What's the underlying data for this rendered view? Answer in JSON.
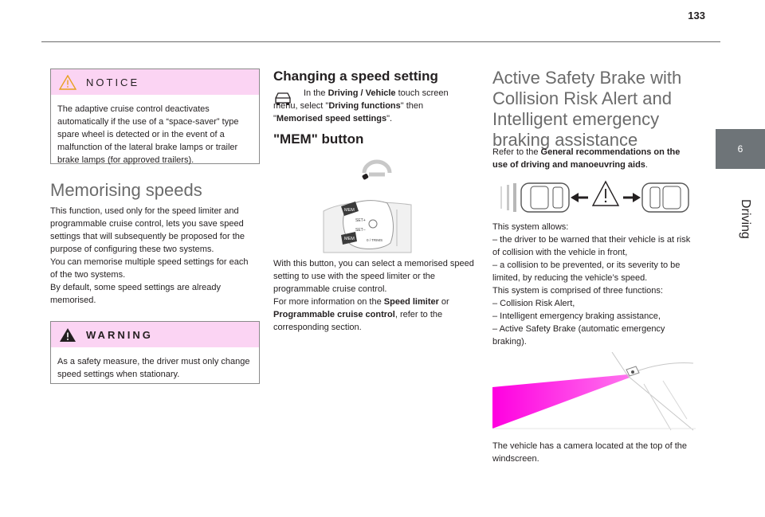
{
  "header": {
    "page_number": "133"
  },
  "sidebar": {
    "chapter_number": "6",
    "chapter_label": "Driving"
  },
  "notice": {
    "title": "NOTICE",
    "body": "The adaptive cruise control deactivates automatically if the use of a “space-saver” type spare wheel is detected or in the event of a malfunction of the lateral brake lamps or trailer brake lamps (for approved trailers)."
  },
  "memorising": {
    "title": "Memorising speeds",
    "p1": "This function, used only for the speed limiter and programmable cruise control, lets you save speed settings that will subsequently be proposed for the purpose of configuring these two systems.",
    "p2": "You can memorise multiple speed settings for each of the two systems.",
    "p3": "By default, some speed settings are already memorised."
  },
  "warning": {
    "title": "WARNING",
    "body": "As a safety measure, the driver must only change speed settings when stationary."
  },
  "changing": {
    "title": "Changing a speed setting",
    "t1": "In the ",
    "b1": "Driving / Vehicle",
    "t2": " touch screen menu, select \"",
    "b2": "Driving functions",
    "t3": "\" then \"",
    "b3": "Memorised speed settings",
    "t4": "\"."
  },
  "mem": {
    "title": "\"MEM\" button",
    "stalk_labels": [
      "MEM",
      "SET+",
      "SET–",
      "MEM",
      "0 / TRIMS"
    ],
    "p1": "With this button, you can select a memorised speed setting to use with the speed limiter or the programmable cruise control.",
    "t1": "For more information on the ",
    "b1": "Speed limiter",
    "t2": " or ",
    "b2": "Programmable cruise control",
    "t3": ", refer to the corresponding section."
  },
  "asb": {
    "title_lines": [
      "Active Safety Brake with",
      "Collision Risk Alert and",
      "Intelligent emergency",
      "braking assistance"
    ],
    "ref_t1": "Refer to the ",
    "ref_b1": "General recommendations on the use of driving and manoeuvring aids",
    "ref_t2": ".",
    "lines": [
      "This system allows:",
      "– the driver to be warned that their vehicle is at risk of collision with the vehicle in front,",
      "– a collision to be prevented, or its severity to be limited, by reducing the vehicle’s speed.",
      "This system is comprised of three functions:",
      "– Collision Risk Alert,",
      "– Intelligent emergency braking assistance,",
      "– Active Safety Brake (automatic emergency braking)."
    ],
    "camera_caption": "The vehicle has a camera located at the top of the windscreen."
  },
  "colors": {
    "accent": "#fbd4f3",
    "rule": "#6b6b6b",
    "tab": "#6e7478",
    "camera_beam": "#ff00e0"
  }
}
